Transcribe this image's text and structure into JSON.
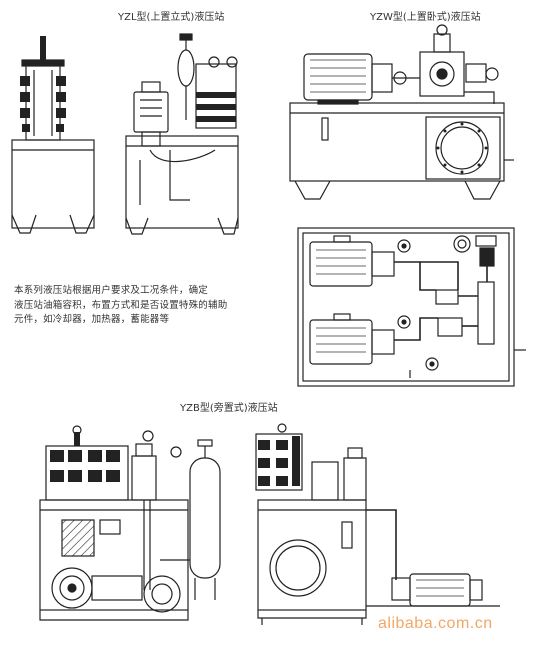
{
  "titles": {
    "yzl": "YZL型(上置立式)液压站",
    "yzw": "YZW型(上置卧式)液压站",
    "yzb": "YZB型(旁置式)液压站"
  },
  "description": [
    "本系列液压站根据用户要求及工况条件，确定",
    "液压站油箱容积，布置方式和是否设置特殊的辅助",
    "元件，如冷却器，加热器，蓄能器等"
  ],
  "watermark": "alibaba.com.cn"
}
